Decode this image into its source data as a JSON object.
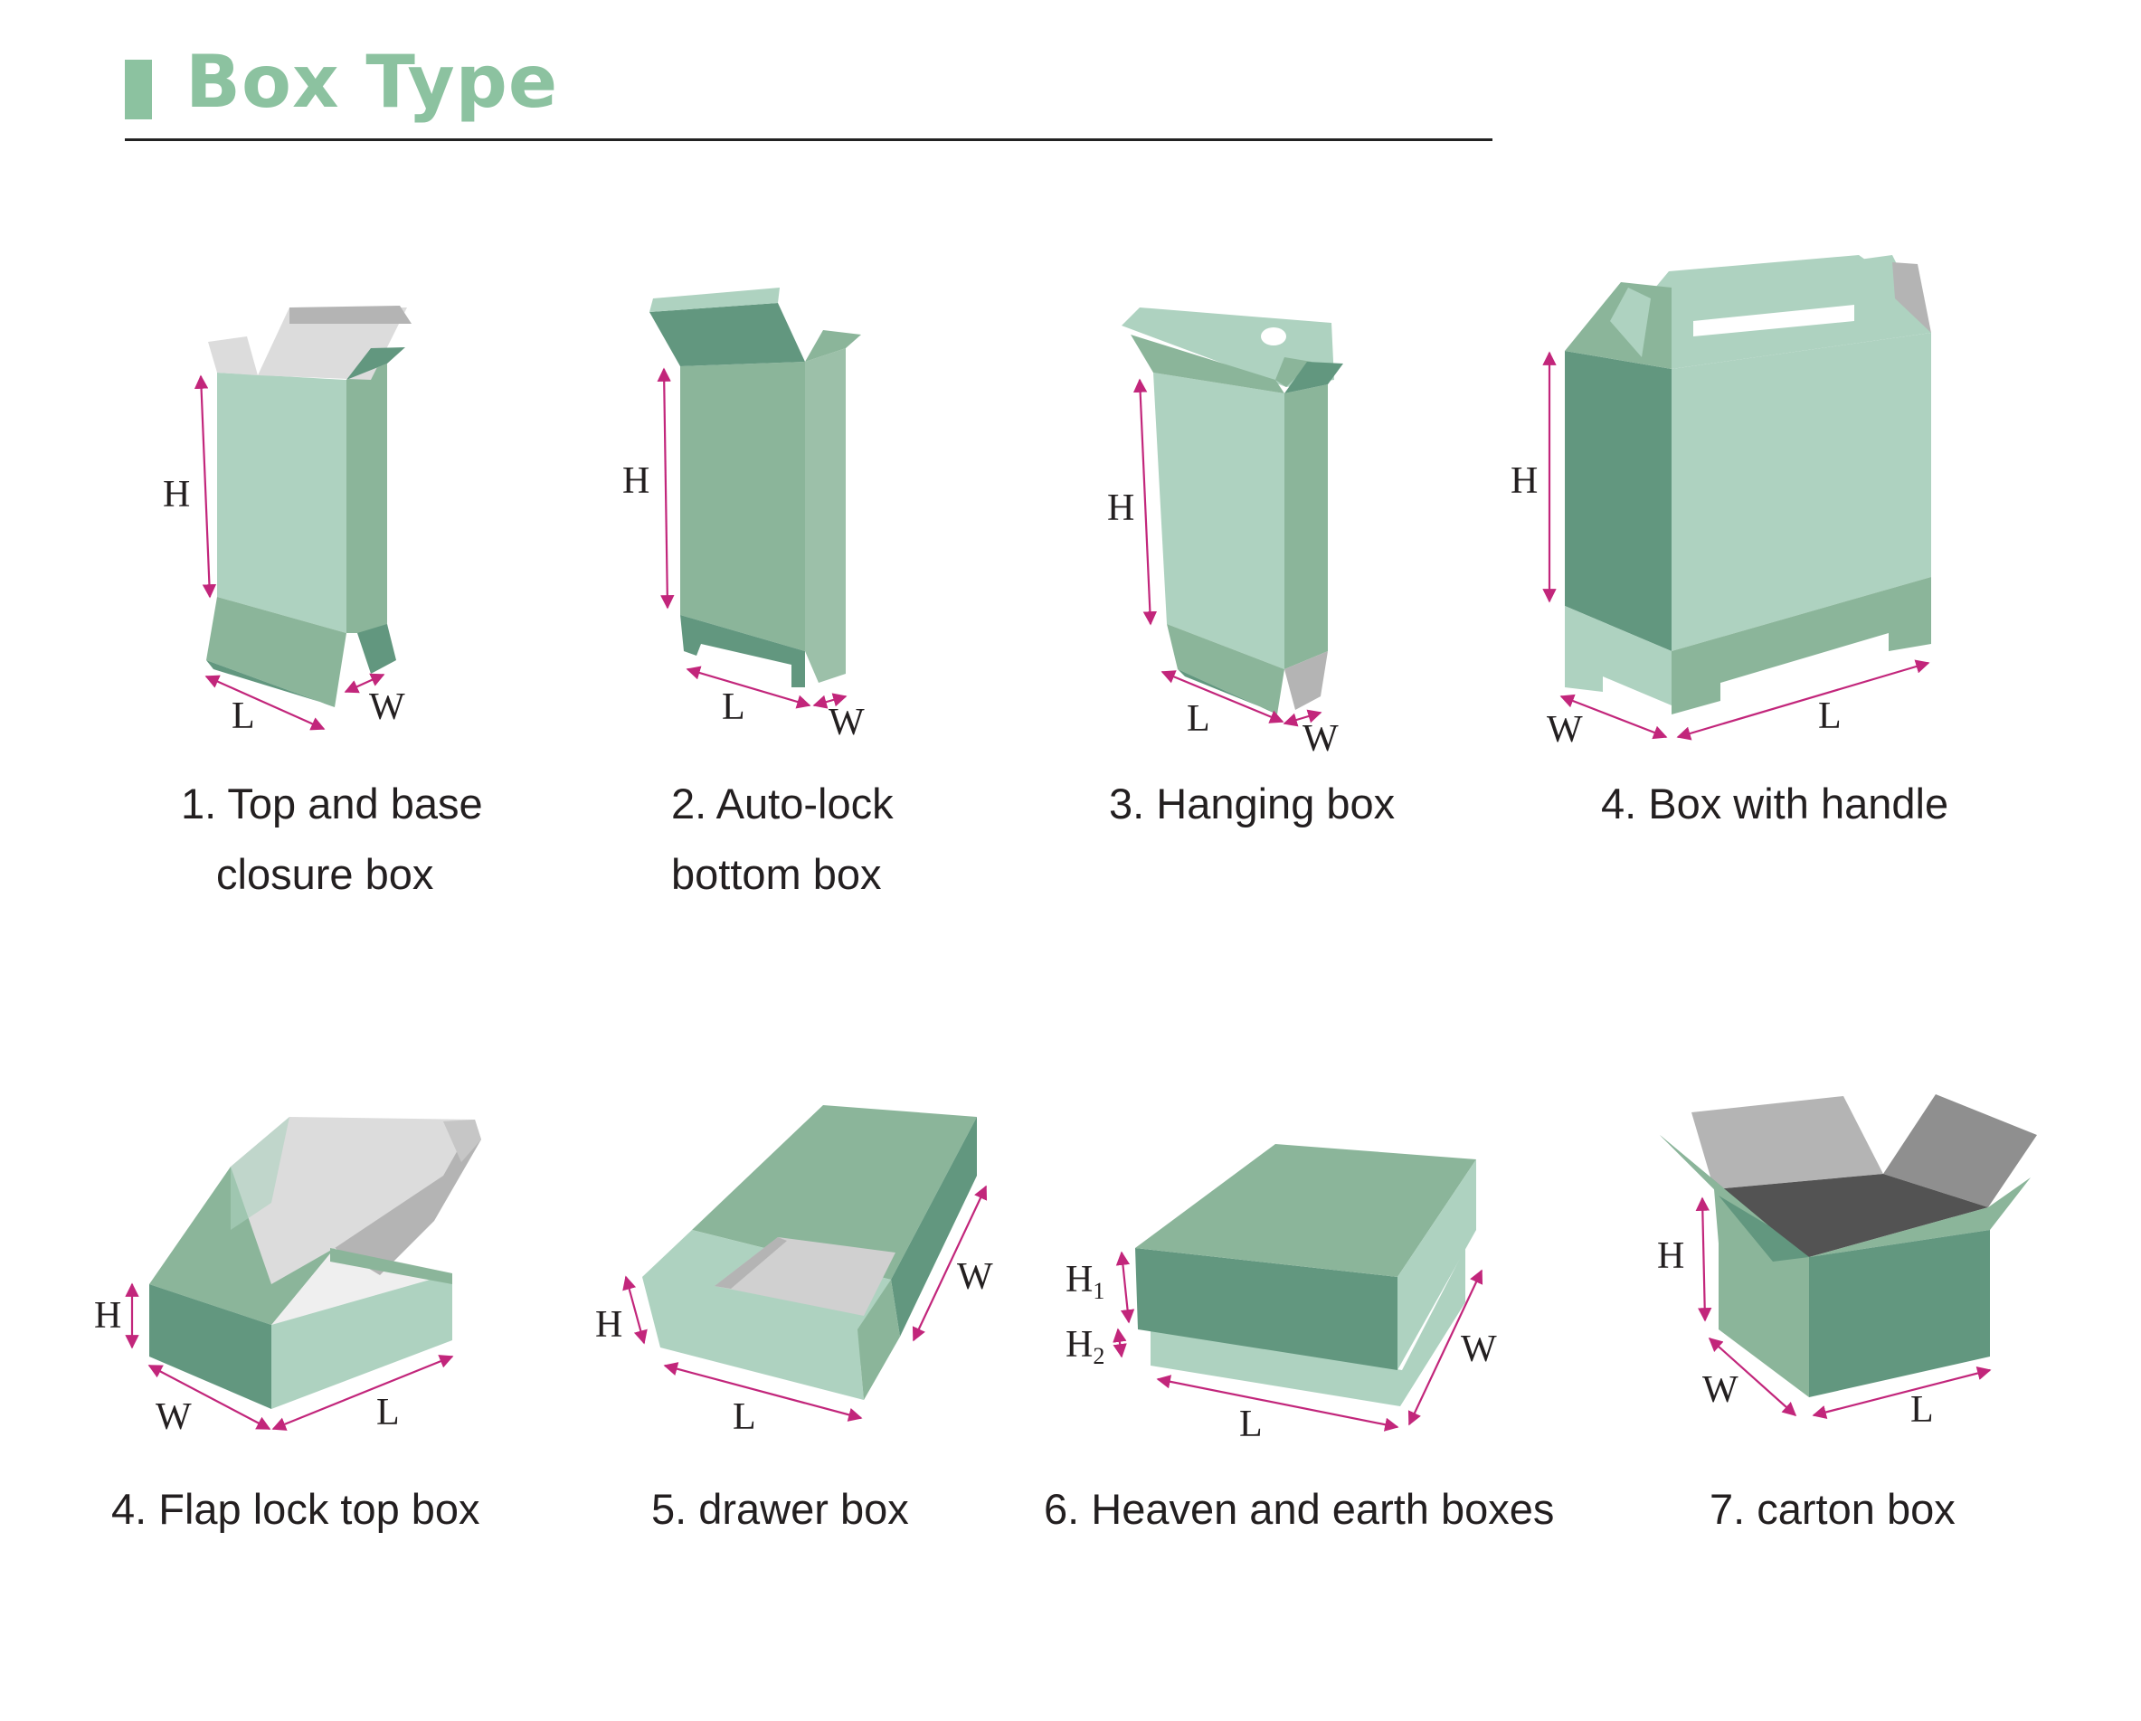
{
  "header": {
    "title": "Box Type"
  },
  "colors": {
    "accent": "#8cc2a0",
    "light_green": "#aed2c0",
    "mid_green": "#8bb59a",
    "dark_green": "#62977f",
    "dimension_arrow": "#c2267b",
    "grey_light": "#dcdcdc",
    "grey_mid": "#b4b4b4",
    "grey_dark": "#8f8f8f"
  },
  "boxes": [
    {
      "caption_line1": "1. Top and base",
      "caption_line2": "closure box",
      "dims": {
        "h": "H",
        "l": "L",
        "w": "W"
      }
    },
    {
      "caption_line1": "2. Auto-lock",
      "caption_line2": "bottom box",
      "dims": {
        "h": "H",
        "l": "L",
        "w": "W"
      }
    },
    {
      "caption_line1": "3. Hanging box",
      "dims": {
        "h": "H",
        "l": "L",
        "w": "W"
      }
    },
    {
      "caption_line1": "4. Box with handle",
      "dims": {
        "h": "H",
        "l": "L",
        "w": "W"
      }
    },
    {
      "caption_line1": "4. Flap lock top box",
      "dims": {
        "h": "H",
        "l": "L",
        "w": "W"
      }
    },
    {
      "caption_line1": "5. drawer box",
      "dims": {
        "h": "H",
        "l": "L",
        "w": "W"
      }
    },
    {
      "caption_line1": "6. Heaven and earth boxes",
      "dims": {
        "h1": "H",
        "h1_sub": "1",
        "h2": "H",
        "h2_sub": "2",
        "l": "L",
        "w": "W"
      }
    },
    {
      "caption_line1": "7. carton box",
      "dims": {
        "h": "H",
        "l": "L",
        "w": "W"
      }
    }
  ]
}
